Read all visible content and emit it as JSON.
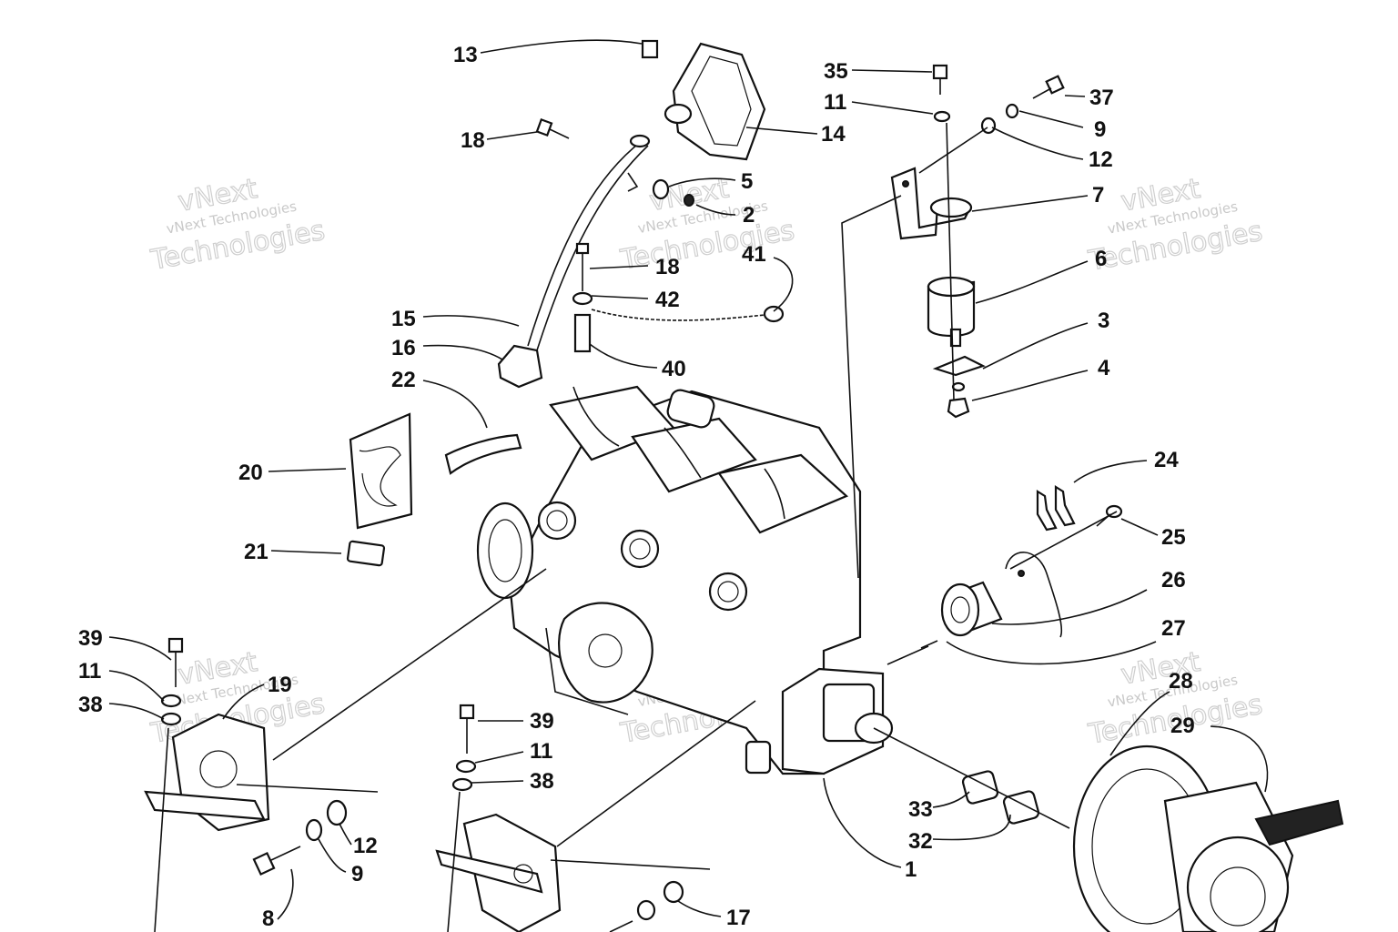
{
  "watermark": {
    "line1": "vNext",
    "line2": "vNext Technologies",
    "line3": "Technologies"
  },
  "callouts": [
    {
      "id": "c13",
      "text": "13"
    },
    {
      "id": "c14",
      "text": "14"
    },
    {
      "id": "c18a",
      "text": "18"
    },
    {
      "id": "c5",
      "text": "5"
    },
    {
      "id": "c2",
      "text": "2"
    },
    {
      "id": "c18b",
      "text": "18"
    },
    {
      "id": "c42",
      "text": "42"
    },
    {
      "id": "c41",
      "text": "41"
    },
    {
      "id": "c15",
      "text": "15"
    },
    {
      "id": "c16",
      "text": "16"
    },
    {
      "id": "c40",
      "text": "40"
    },
    {
      "id": "c22",
      "text": "22"
    },
    {
      "id": "c20",
      "text": "20"
    },
    {
      "id": "c21",
      "text": "21"
    },
    {
      "id": "c35",
      "text": "35"
    },
    {
      "id": "c11a",
      "text": "11"
    },
    {
      "id": "c37",
      "text": "37"
    },
    {
      "id": "c9a",
      "text": "9"
    },
    {
      "id": "c12a",
      "text": "12"
    },
    {
      "id": "c7",
      "text": "7"
    },
    {
      "id": "c6",
      "text": "6"
    },
    {
      "id": "c3",
      "text": "3"
    },
    {
      "id": "c4",
      "text": "4"
    },
    {
      "id": "c24",
      "text": "24"
    },
    {
      "id": "c25",
      "text": "25"
    },
    {
      "id": "c26",
      "text": "26"
    },
    {
      "id": "c27",
      "text": "27"
    },
    {
      "id": "c28",
      "text": "28"
    },
    {
      "id": "c29",
      "text": "29"
    },
    {
      "id": "c39a",
      "text": "39"
    },
    {
      "id": "c11b",
      "text": "11"
    },
    {
      "id": "c19",
      "text": "19"
    },
    {
      "id": "c38a",
      "text": "38"
    },
    {
      "id": "c12b",
      "text": "12"
    },
    {
      "id": "c9b",
      "text": "9"
    },
    {
      "id": "c8",
      "text": "8"
    },
    {
      "id": "c39b",
      "text": "39"
    },
    {
      "id": "c11c",
      "text": "11"
    },
    {
      "id": "c38b",
      "text": "38"
    },
    {
      "id": "c17",
      "text": "17"
    },
    {
      "id": "c33",
      "text": "33"
    },
    {
      "id": "c32",
      "text": "32"
    },
    {
      "id": "c1",
      "text": "1"
    }
  ]
}
